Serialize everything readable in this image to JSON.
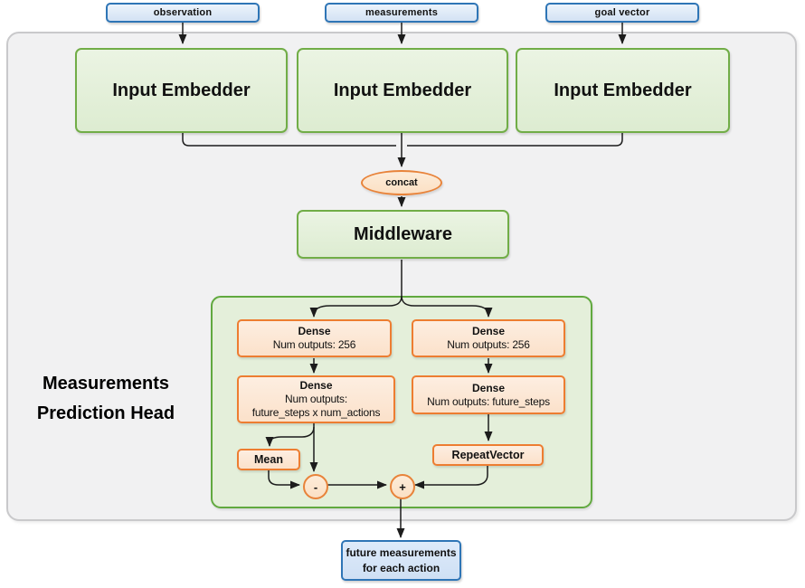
{
  "colors": {
    "blue_border": "#2e75b6",
    "green_border": "#71ad47",
    "orange_border": "#ed7d31",
    "panel_gray_fill": "#f1f1f2",
    "panel_green_fill": "#e4efda",
    "wire": "#1c1c1c"
  },
  "inputs": [
    {
      "label": "observation"
    },
    {
      "label": "measurements"
    },
    {
      "label": "goal vector"
    }
  ],
  "embedders": [
    {
      "label": "Input Embedder"
    },
    {
      "label": "Input Embedder"
    },
    {
      "label": "Input Embedder"
    }
  ],
  "concat": {
    "label": "concat"
  },
  "middleware": {
    "label": "Middleware"
  },
  "head": {
    "title_line1": "Measurements",
    "title_line2": "Prediction Head",
    "left": {
      "dense1": {
        "title": "Dense",
        "sub": "Num outputs: 256"
      },
      "dense2": {
        "title": "Dense",
        "sub1": "Num outputs:",
        "sub2": "future_steps x num_actions"
      },
      "mean": {
        "label": "Mean"
      },
      "minus": {
        "label": "-"
      }
    },
    "right": {
      "dense1": {
        "title": "Dense",
        "sub": "Num outputs: 256"
      },
      "dense2": {
        "title": "Dense",
        "sub": "Num outputs: future_steps"
      },
      "repeat": {
        "label": "RepeatVector"
      },
      "plus": {
        "label": "+"
      }
    }
  },
  "output": {
    "line1": "future measurements",
    "line2": "for each action"
  }
}
